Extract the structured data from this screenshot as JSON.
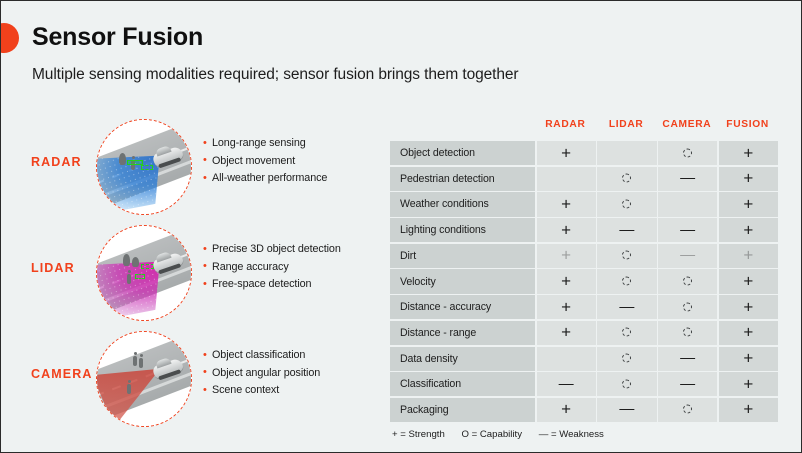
{
  "header": {
    "title": "Sensor Fusion",
    "subtitle": "Multiple sensing modalities required; sensor fusion brings them together",
    "accent_color": "#f1411c"
  },
  "modalities": [
    {
      "label": "RADAR",
      "image_name": "radar-scene-illustration",
      "bullets": [
        "Long-range sensing",
        "Object movement",
        "All-weather performance"
      ]
    },
    {
      "label": "LIDAR",
      "image_name": "lidar-scene-illustration",
      "bullets": [
        "Precise 3D object detection",
        "Range accuracy",
        "Free-space detection"
      ]
    },
    {
      "label": "CAMERA",
      "image_name": "camera-scene-illustration",
      "bullets": [
        "Object classification",
        "Object angular position",
        "Scene context"
      ]
    }
  ],
  "table": {
    "columns": [
      "RADAR",
      "LIDAR",
      "CAMERA",
      "FUSION"
    ],
    "rows": [
      {
        "label": "Object detection",
        "values": [
          "+",
          "",
          "O",
          "+"
        ],
        "faded": false
      },
      {
        "label": "Pedestrian detection",
        "values": [
          "",
          "O",
          "—",
          "+"
        ],
        "faded": false
      },
      {
        "label": "Weather conditions",
        "values": [
          "+",
          "O",
          "",
          "+"
        ],
        "faded": false
      },
      {
        "label": "Lighting conditions",
        "values": [
          "+",
          "—",
          "—",
          "+"
        ],
        "faded": false
      },
      {
        "label": "Dirt",
        "values": [
          "+",
          "O",
          "—",
          "+"
        ],
        "faded": true
      },
      {
        "label": "Velocity",
        "values": [
          "+",
          "O",
          "O",
          "+"
        ],
        "faded": false
      },
      {
        "label": "Distance - accuracy",
        "values": [
          "+",
          "—",
          "O",
          "+"
        ],
        "faded": false
      },
      {
        "label": "Distance - range",
        "values": [
          "+",
          "O",
          "O",
          "+"
        ],
        "faded": false
      },
      {
        "label": "Data density",
        "values": [
          "",
          "O",
          "—",
          "+"
        ],
        "faded": false
      },
      {
        "label": "Classification",
        "values": [
          "—",
          "O",
          "—",
          "+"
        ],
        "faded": false
      },
      {
        "label": "Packaging",
        "values": [
          "+",
          "—",
          "O",
          "+"
        ],
        "faded": false
      }
    ],
    "legend": [
      "+ = Strength",
      "O = Capability",
      "— = Weakness"
    ]
  }
}
